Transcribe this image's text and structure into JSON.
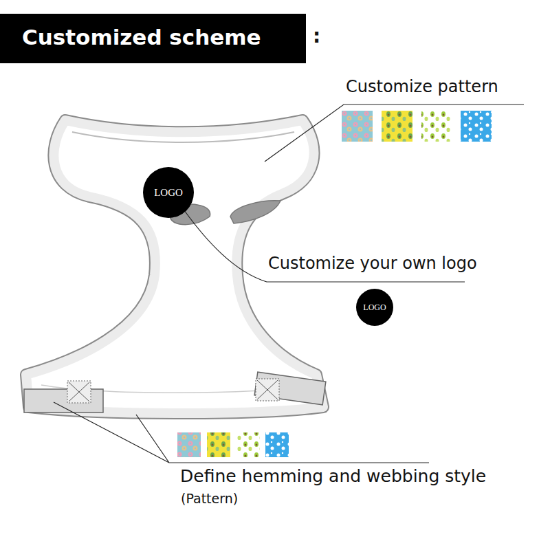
{
  "diagram": {
    "title": "Customized scheme",
    "nodes": [
      {
        "text": [
          "LOGO"
        ]
      },
      {
        "text": [
          "LOGO"
        ]
      }
    ],
    "labels": [
      ":",
      "Customize pattern",
      "Customize your own logo",
      "Define hemming and webbing style",
      "(Pattern)"
    ]
  }
}
